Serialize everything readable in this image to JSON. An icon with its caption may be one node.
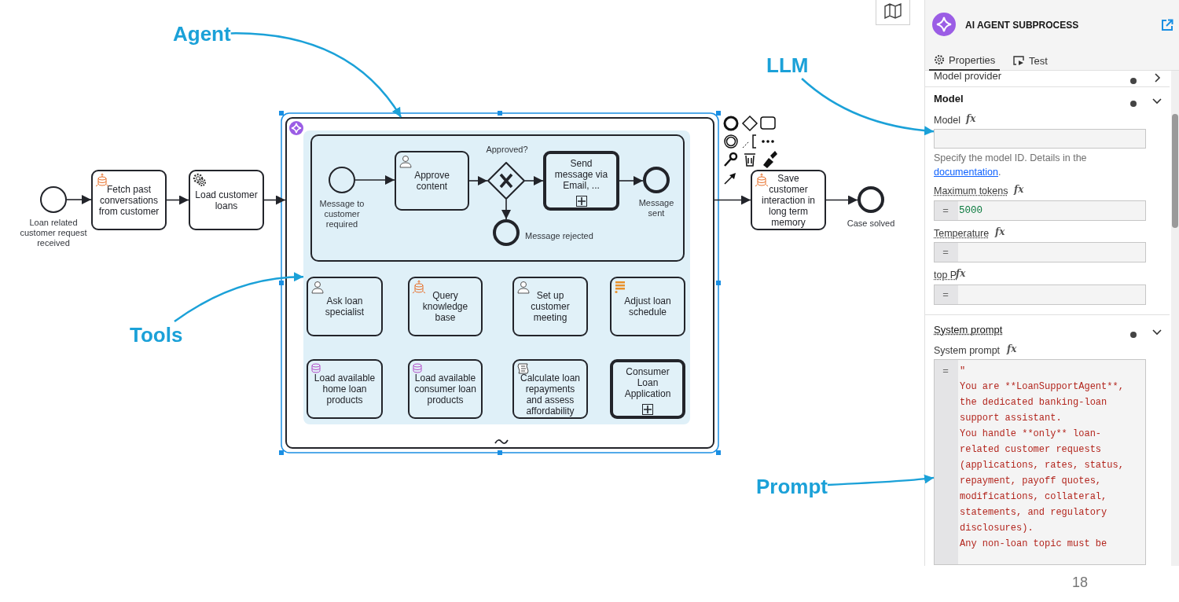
{
  "diagram": {
    "nodes": [
      {
        "text": [],
        "shape": "circle",
        "beside": [
          "Loan related customer request received"
        ]
      },
      {
        "text": [
          "Fetch past conversations from customer"
        ]
      },
      {
        "text": [
          "Load customer loans"
        ]
      },
      {
        "text": [],
        "shape": "box"
      },
      {
        "text": [],
        "shape": "box",
        "in": 3
      },
      {
        "text": [],
        "shape": "box",
        "in": 4
      },
      {
        "text": [],
        "shape": "circle",
        "in": 5,
        "beside": [
          "Message to customer required"
        ]
      },
      {
        "text": [
          "Approve content"
        ],
        "in": 5
      },
      {
        "text": [],
        "shape": "diamond",
        "in": 5,
        "beside": [
          "Approved?"
        ]
      },
      {
        "text": [
          "Send message via Email, ..."
        ],
        "in": 5
      },
      {
        "text": [],
        "shape": "circle",
        "in": 5,
        "beside": [
          "Message sent"
        ]
      },
      {
        "text": [],
        "shape": "circle",
        "in": 5,
        "beside": [
          "Message rejected"
        ]
      },
      {
        "text": [
          "Ask loan specialist"
        ],
        "in": 4
      },
      {
        "text": [
          "Query knowledge base"
        ],
        "in": 4
      },
      {
        "text": [
          "Set up customer meeting"
        ],
        "in": 4
      },
      {
        "text": [
          "Adjust loan schedule"
        ],
        "in": 4
      },
      {
        "text": [
          "Load available home loan products"
        ],
        "in": 4
      },
      {
        "text": [
          "Load available consumer loan products"
        ],
        "in": 4
      },
      {
        "text": [
          "Calculate loan repayments and assess affordability"
        ],
        "in": 4
      },
      {
        "text": [
          "Consumer Loan Application"
        ],
        "in": 4
      },
      {
        "text": [
          "Save customer interaction in long term memory"
        ]
      },
      {
        "text": [],
        "shape": "circle",
        "beside": [
          "Case solved"
        ]
      },
      {
        "text": [
          "Agent"
        ]
      },
      {
        "text": [
          "Tools"
        ]
      },
      {
        "text": [
          "LLM"
        ]
      },
      {
        "text": [
          "Prompt"
        ]
      },
      {
        "text": [],
        "shape": "box"
      },
      {
        "text": [
          "\"",
          "You are **LoanSupportAgent**, the dedicated banking-loan support assistant.",
          "You handle **only** loan-related customer requests (applications, rates, status, repayment, payoff quotes, modifications, collateral, statements, and regulatory disclosures).",
          "Any non-loan topic must be"
        ]
      }
    ],
    "edges": [
      {
        "from": 0,
        "to": 1,
        "arrow": "to"
      },
      {
        "from": 1,
        "to": 2,
        "arrow": "to"
      },
      {
        "from": 2,
        "to": 3,
        "arrow": "to"
      },
      {
        "from": 6,
        "to": 7,
        "arrow": "to"
      },
      {
        "from": 7,
        "to": 8,
        "arrow": "to"
      },
      {
        "from": 8,
        "to": 9,
        "arrow": "to"
      },
      {
        "from": 8,
        "to": 11,
        "arrow": "to"
      },
      {
        "from": 9,
        "to": 10,
        "arrow": "to"
      },
      {
        "from": 3,
        "to": 20,
        "arrow": "to"
      },
      {
        "from": 20,
        "to": 21,
        "arrow": "to"
      },
      {
        "from": 22,
        "to": 3,
        "arrow": "to",
        "color": "#1ba1d8"
      },
      {
        "from": 23,
        "to": 4,
        "arrow": "to",
        "color": "#1ba1d8"
      },
      {
        "from": 24,
        "to": 26,
        "arrow": "to",
        "color": "#1ba1d8"
      },
      {
        "from": 25,
        "to": 27,
        "arrow": "to",
        "color": "#1ba1d8"
      }
    ],
    "labels": [
      "AI AGENT SUBPROCESS",
      "Properties",
      "Test",
      "Model provider",
      "Model",
      "Model",
      "fx",
      "Specify the model ID. Details in the documentation.",
      "Maximum tokens",
      "fx",
      "=",
      "5000",
      "Temperature",
      "fx",
      "=",
      "top P",
      "fx",
      "=",
      "System prompt",
      "System prompt",
      "fx",
      "=",
      "18"
    ]
  }
}
